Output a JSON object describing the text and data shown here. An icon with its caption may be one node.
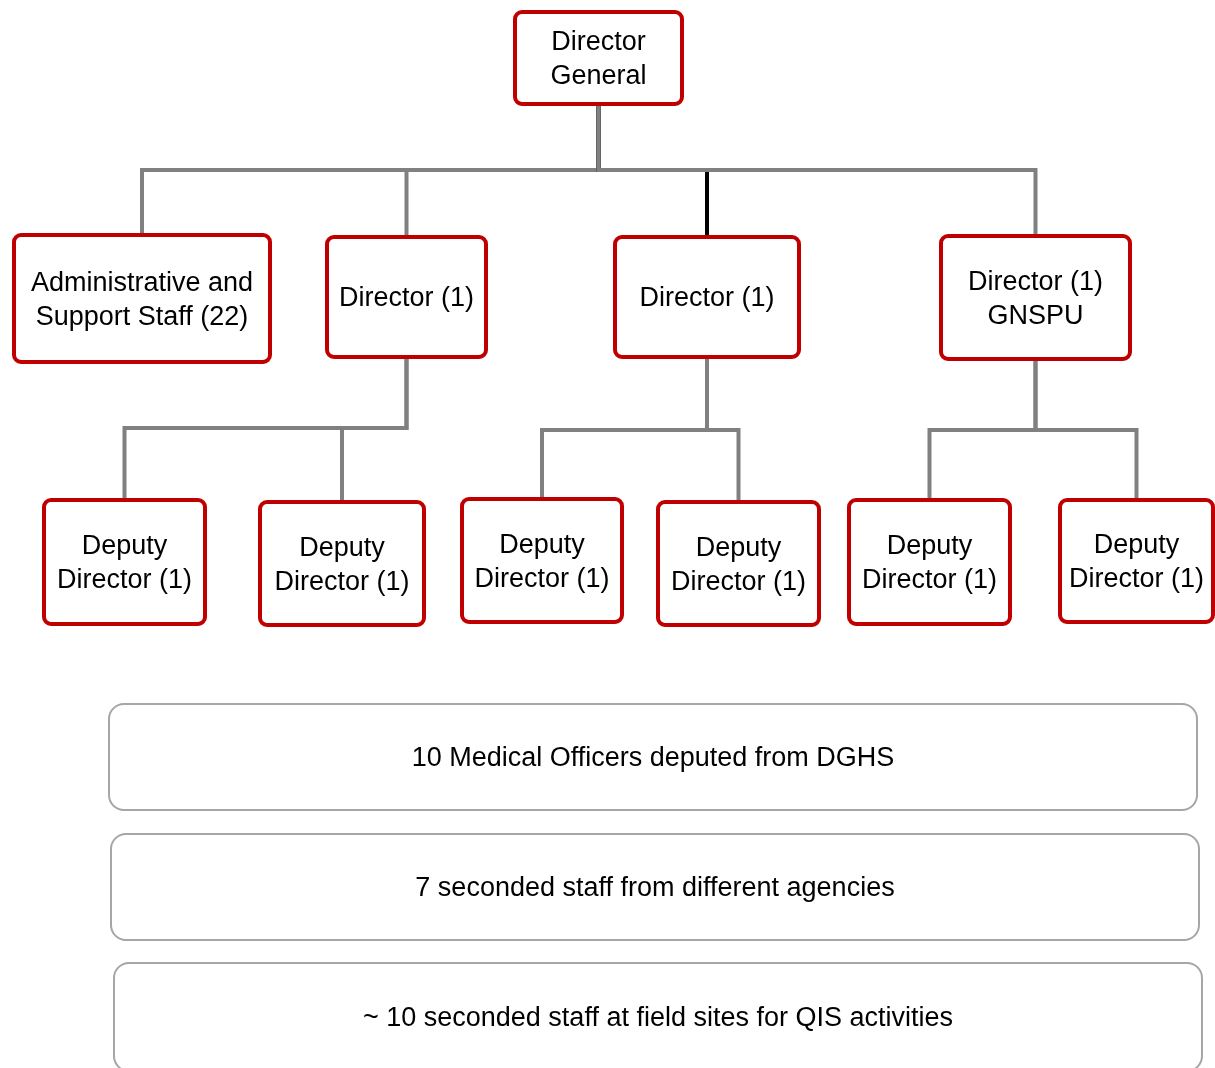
{
  "diagram": {
    "nodes": [
      {
        "text": [
          "Director General"
        ]
      },
      {
        "text": [
          "Administrative and Support Staff (22)"
        ]
      },
      {
        "text": [
          "Director (1)"
        ]
      },
      {
        "text": [
          "Director (1)"
        ]
      },
      {
        "text": [
          "Director (1) GNSPU"
        ]
      },
      {
        "text": [
          "Deputy Director (1)"
        ]
      },
      {
        "text": [
          "Deputy Director (1)"
        ]
      },
      {
        "text": [
          "Deputy Director (1)"
        ]
      },
      {
        "text": [
          "Deputy Director (1)"
        ]
      },
      {
        "text": [
          "Deputy Director (1)"
        ]
      },
      {
        "text": [
          "Deputy Director (1)"
        ]
      },
      {
        "text": [
          "10 Medical Officers deputed from DGHS"
        ]
      },
      {
        "text": [
          "7 seconded staff from different agencies"
        ]
      },
      {
        "text": [
          "~ 10 seconded staff at field sites for QIS activities"
        ]
      }
    ],
    "edges": [
      {
        "from": 0,
        "to": 1,
        "arrow": "none"
      },
      {
        "from": 0,
        "to": 2,
        "arrow": "none"
      },
      {
        "from": 0,
        "to": 3,
        "arrow": "none",
        "color": "#000000"
      },
      {
        "from": 0,
        "to": 4,
        "arrow": "none"
      },
      {
        "from": 2,
        "to": 5,
        "arrow": "none"
      },
      {
        "from": 2,
        "to": 6,
        "arrow": "none"
      },
      {
        "from": 3,
        "to": 7,
        "arrow": "none"
      },
      {
        "from": 3,
        "to": 8,
        "arrow": "none"
      },
      {
        "from": 4,
        "to": 9,
        "arrow": "none"
      },
      {
        "from": 4,
        "to": 10,
        "arrow": "none"
      }
    ]
  }
}
